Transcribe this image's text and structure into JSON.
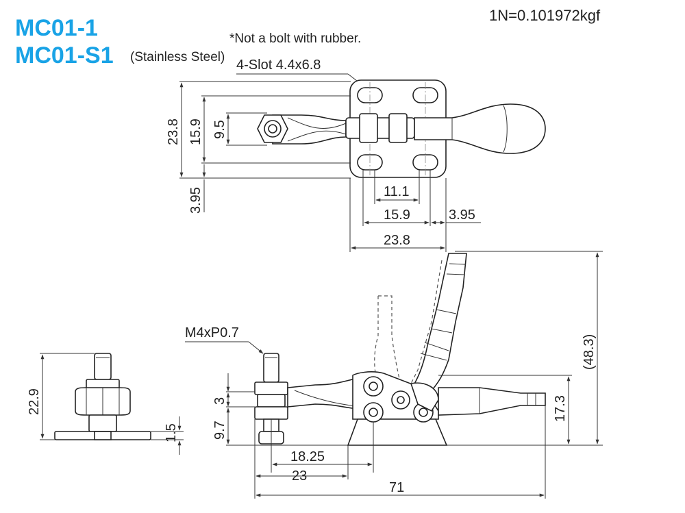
{
  "titles": {
    "model_1": "MC01-1",
    "model_2": "MC01-S1",
    "material_note": "(Stainless Steel)"
  },
  "notes": {
    "conversion": "1N=0.101972kgf",
    "rubber_note": "*Not a bolt with rubber.",
    "slot": "4-Slot 4.4x6.8",
    "thread": "M4xP0.7"
  },
  "dimensions": {
    "top_height_total": "23.8",
    "top_height_mid": "15.9",
    "top_height_inner": "9.5",
    "top_offset": "3.95",
    "top_width_slots": "11.1",
    "top_width_mid": "15.9",
    "top_width_offset": "3.95",
    "top_width_total": "23.8",
    "side_height_open": "(48.3)",
    "side_height_bar": "17.3",
    "side_nut": "3",
    "side_spindle": "9.7",
    "side_to_pivot": "18.25",
    "side_to_base": "23",
    "side_total": "71",
    "front_height": "22.9",
    "front_base": "1.5"
  }
}
